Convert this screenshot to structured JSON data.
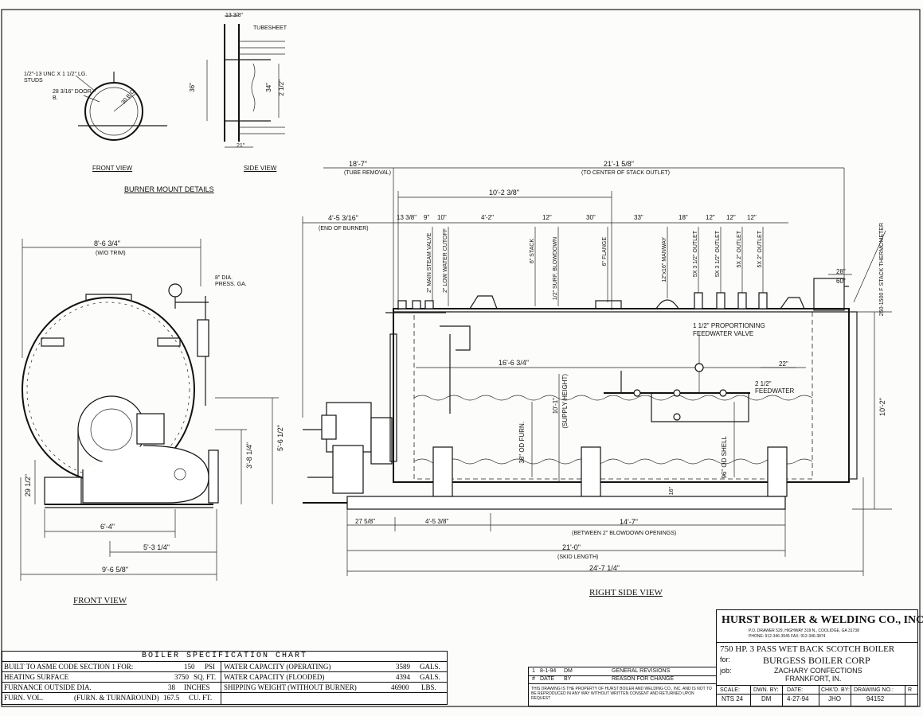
{
  "views": {
    "front_view_small": "FRONT VIEW",
    "side_view_small": "SIDE VIEW",
    "burner_mount_details": "BURNER MOUNT DETAILS",
    "front_view": "FRONT VIEW",
    "right_side_view": "RIGHT SIDE VIEW"
  },
  "burner_mount": {
    "studs": "1/2\"-13 UNC X 1 1/2\" LG. STUDS",
    "door_dia": "28 3/16\" DOOR B.",
    "bolt_circle": "30 B.C.",
    "dim_top": "13 3/8\"",
    "tubesheet": "TUBESHEET",
    "dim_36": "36\"",
    "dim_34": "34\"",
    "dim_21": "21\"",
    "dim_right": "2 1/2\""
  },
  "front": {
    "width_top": "8'-6 3/4\"",
    "wo_trim": "(W/O TRIM)",
    "gauge": "8\" DIA. PRESS. GA.",
    "dim_29": "29 1/2\"",
    "dim_3_8": "3'-8 1/4\"",
    "dim_5_6": "5'-6 1/2\"",
    "dim_6_4": "6'-4\"",
    "dim_5_3": "5'-3 1/4\"",
    "dim_9_6": "9'-6 5/8\""
  },
  "side": {
    "tube_removal_dim": "18'-7\"",
    "tube_removal": "(TUBE REMOVAL)",
    "stack_dim": "21'-1 5/8\"",
    "stack_note": "(TO CENTER OF STACK OUTLET)",
    "dim_10_2": "10'-2 3/8\"",
    "dim_4_5": "4'-5 3/16\"",
    "end_burner": "(END OF BURNER)",
    "top_dims": [
      "13 3/8\"",
      "9\"",
      "10\"",
      "4'-2\"",
      "12\"",
      "30\"",
      "33\"",
      "18\"",
      "12\"",
      "12\"",
      "12\""
    ],
    "callouts": [
      "2\" MAIN STEAM VALVE",
      "2\" LOW WATER CUTOFF",
      "6\" STACK",
      "1/2\" SURF. BLOWDOWN",
      "6\" FLANGE",
      "12\"x16\" MANWAY",
      "5X 3 1/2\" OUTLET",
      "5X 3 1/2\" OUTLET",
      "5X 2\" OUTLET",
      "5X 2\" OUTLET"
    ],
    "stack_thermometer": "250-1500 F STACK THERMOMETER",
    "dim_28": "28\"",
    "dim_60": "60\"",
    "feedwater_valve": "1 1/2\" PROPORTIONING FEEDWATER VALVE",
    "dim_16_6": "16'-6 3/4\"",
    "dim_22": "22\"",
    "feedwater": "2 1/2\" FEEDWATER",
    "dim_10_1": "10'-1\"",
    "supply_height": "(SUPPLY HEIGHT)",
    "od_furn": "38\" OD FURN.",
    "od_shell": "96\" OD SHELL",
    "dim_10_2b": "10'-2\"",
    "dim_16": "16\"",
    "dim_27": "27 5/8\"",
    "dim_4_5b": "4'-5 3/8\"",
    "dim_14_7": "14'-7\"",
    "blowdown": "(BETWEEN 2\" BLOWDOWN OPENINGS)",
    "dim_21_0": "21'-0\"",
    "skid": "(SKID LENGTH)",
    "dim_24_7": "24'-7 1/4\""
  },
  "spec": {
    "title": "BOILER SPECIFICATION CHART",
    "rows": [
      {
        "l1": "BUILT TO ASME CODE SECTION 1 FOR:",
        "v1": "150",
        "u1": "PSI",
        "l2": "WATER CAPACITY (OPERATING)",
        "v2": "3589",
        "u2": "GALS."
      },
      {
        "l1": "HEATING SURFACE",
        "v1": "3750",
        "u1": "SQ. FT.",
        "l2": "WATER CAPACITY (FLOODED)",
        "v2": "4394",
        "u2": "GALS."
      },
      {
        "l1": "FURNANCE OUTSIDE DIA.",
        "v1": "38",
        "u1": "INCHES",
        "l2": "SHIPPING WEIGHT (WITHOUT BURNER)",
        "v2": "46900",
        "u2": "LBS."
      },
      {
        "l1": "FURN. VOL.",
        "l1b": "(FURN. & TURNAROUND)",
        "v1": "167.5",
        "u1": "CU. FT.",
        "l2": "",
        "v2": "",
        "u2": ""
      }
    ]
  },
  "revision": {
    "row1": {
      "num": "1",
      "date": "8-1-94",
      "by": "DM",
      "desc": "GENERAL REVISIONS"
    },
    "row2": {
      "num": "#",
      "date": "DATE",
      "by": "BY",
      "desc": "REASON FOR CHANGE"
    },
    "note": "THIS DRAWING IS THE PROPERTY OF HURST BOILER AND WELDING CO., INC. AND IS NOT TO BE REPRODUCED IN ANY WAY WITHOUT WRITTEN CONSENT AND RETURNED UPON REQUEST"
  },
  "title_block": {
    "company": "HURST BOILER & WELDING CO., INC.",
    "address1": "P.O. DRAWER 529, HIGHWAY 319 N., COOLIDGE, GA 31738",
    "address2": "PHONE: 912-346-3545  FAX: 912-346-3874",
    "description": "750 HP. 3 PASS WET BACK SCOTCH BOILER",
    "for_label": "for:",
    "for_value": "BURGESS BOILER CORP",
    "job_label": "job:",
    "job_value": "ZACHARY CONFECTIONS",
    "job_location": "FRANKFORT, IN.",
    "headers": [
      "SCALE:",
      "DWN. BY:",
      "DATE:",
      "CHK'D. BY:",
      "DRAWING NO.:",
      "R"
    ],
    "values": [
      "NTS 24",
      "DM",
      "4-27-94",
      "JHO",
      "94152",
      ""
    ]
  }
}
